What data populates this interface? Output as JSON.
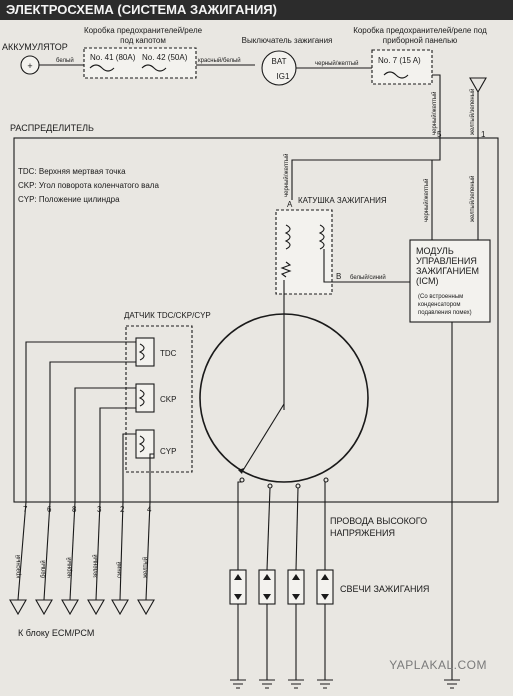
{
  "title": "ЭЛЕКТРОСХЕМА (СИСТЕМА ЗАЖИГАНИЯ)",
  "battery": {
    "label": "АККУМУЛЯТОР",
    "symbol": "+"
  },
  "fuse_box_hood": {
    "title_line1": "Коробка предохранителей/реле",
    "title_line2": "под капотом",
    "fuse1": "No. 41 (80A)",
    "fuse2": "No. 42 (50A)"
  },
  "ignition_switch": {
    "title": "Выключатель зажигания",
    "bat": "BAT",
    "ig1": "IG1"
  },
  "fuse_box_panel": {
    "title_line1": "Коробка предохранителей/реле под",
    "title_line2": "приборной панелью",
    "fuse": "No. 7 (15 A)"
  },
  "wires": {
    "batt_to_fuse": "белый",
    "fuse_to_switch": "красный/белый",
    "switch_to_fuse": "черный/желтый",
    "pin5_wire": "черный/желтый",
    "pin1_wire": "желтый/зеленый",
    "coil_a_wire": "черный/желтый",
    "icm_wire": "желтый/зеленый",
    "coil_b_wire": "белый/синий"
  },
  "distributor": {
    "label": "РАСПРЕДЕЛИТЕЛЬ",
    "pin5": "5",
    "pin1": "1"
  },
  "legend": {
    "tdc": "TDC: Верхняя мертвая точка",
    "ckp": "CKP: Угол поворота коленчатого вала",
    "cyp": "CYP: Положение цилиндра"
  },
  "coil": {
    "label": "КАТУШКА ЗАЖИГАНИЯ",
    "a": "A",
    "b": "B"
  },
  "icm": {
    "line1": "МОДУЛЬ",
    "line2": "УПРАВЛЕНИЯ",
    "line3": "ЗАЖИГАНИЕМ",
    "line4": "(ICM)",
    "line5": "(Со встроенным",
    "line6": "конденсатором",
    "line7": "подавления помех)"
  },
  "sensor": {
    "label": "ДАТЧИК TDC/CKP/CYP",
    "tdc": "TDC",
    "ckp": "CKP",
    "cyp": "CYP"
  },
  "connector_pins": [
    "7",
    "6",
    "8",
    "3",
    "2",
    "4"
  ],
  "ecm_wires": [
    "красный",
    "белый",
    "черный",
    "зеленый",
    "синий",
    "желтый"
  ],
  "ecm_label": "К блоку   ECM/PCM",
  "hv_wires": {
    "line1": "ПРОВОДА ВЫСОКОГО",
    "line2": "НАПРЯЖЕНИЯ"
  },
  "spark_plugs": "СВЕЧИ ЗАЖИГАНИЯ",
  "watermark": "YAPLAKAL.COM"
}
